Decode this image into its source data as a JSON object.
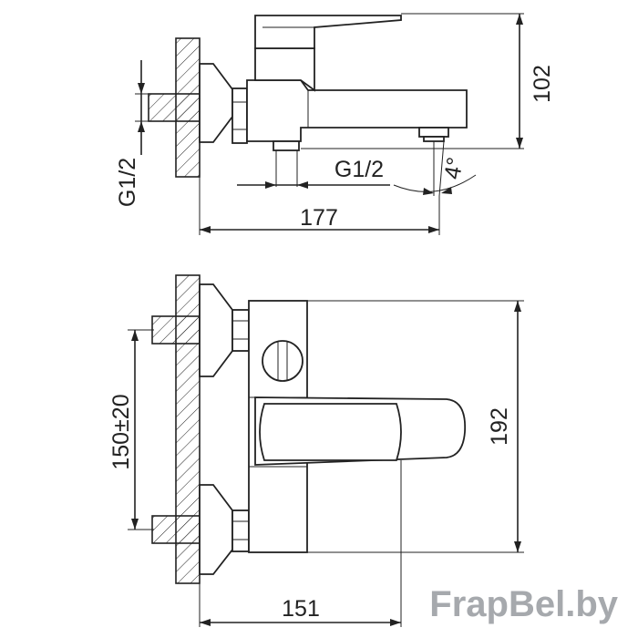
{
  "drawing": {
    "side_view": {
      "height_dim": "102",
      "length_dim": "177",
      "inlet_thread_label": "G1/2",
      "outlet_thread_label": "G1/2",
      "spout_angle": "4°"
    },
    "front_view": {
      "center_distance_dim": "150±20",
      "height_dim": "192",
      "depth_dim": "151"
    }
  },
  "watermark": "FrapBel.by"
}
